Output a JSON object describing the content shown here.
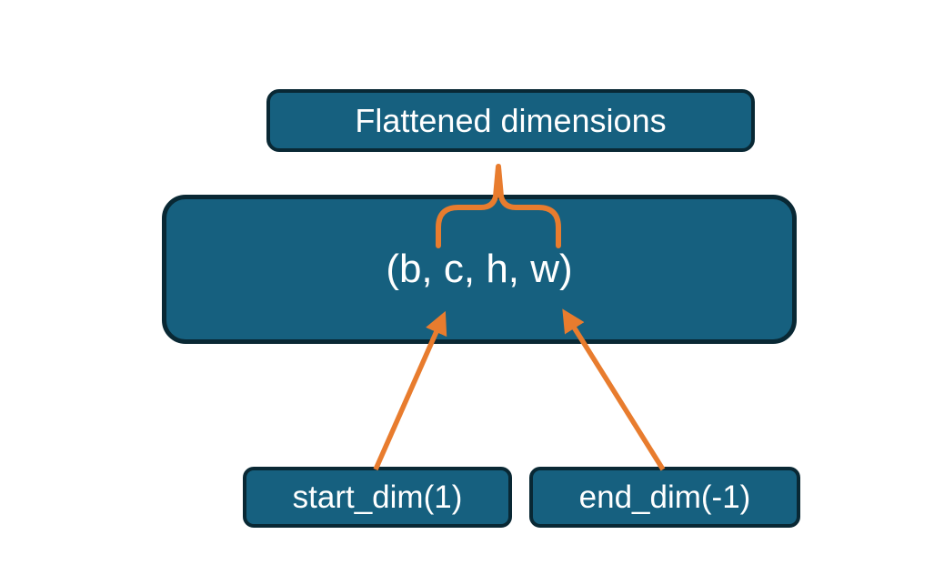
{
  "diagram": {
    "nodes": {
      "flattened": {
        "label": "Flattened dimensions"
      },
      "tensor": {
        "label": "(b, c, h, w)"
      },
      "start_dim": {
        "label": "start_dim(1)"
      },
      "end_dim": {
        "label": "end_dim(-1)"
      }
    },
    "icons": {
      "brace": "curly-brace-icon",
      "arrow_start": "arrow-up-icon",
      "arrow_end": "arrow-up-icon"
    },
    "colors": {
      "node_fill": "#16607F",
      "node_border": "#092834",
      "accent_orange": "#E87C2E",
      "text": "#FFFFFF",
      "background": "#FFFFFF"
    }
  }
}
